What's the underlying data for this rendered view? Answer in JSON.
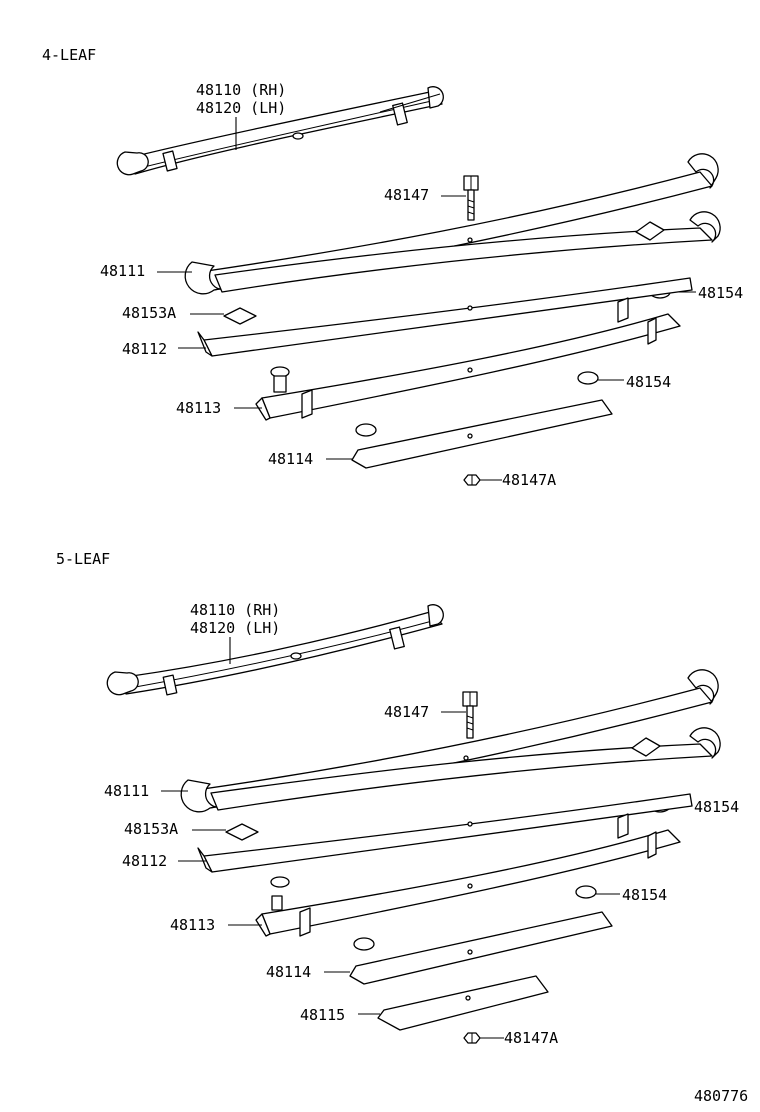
{
  "sections": [
    {
      "title": "4-LEAF",
      "labels": {
        "assembly_rh": "48110 (RH)",
        "assembly_lh": "48120 (LH)",
        "bolt": "48147",
        "leaf_main": "48111",
        "pad_left": "48153A",
        "leaf_2": "48112",
        "leaf_3": "48113",
        "leaf_4": "48114",
        "pad_right_1": "48154",
        "pad_right_2": "48154",
        "nut": "48147A"
      }
    },
    {
      "title": "5-LEAF",
      "labels": {
        "assembly_rh": "48110 (RH)",
        "assembly_lh": "48120 (LH)",
        "bolt": "48147",
        "leaf_main": "48111",
        "pad_left": "48153A",
        "leaf_2": "48112",
        "leaf_3": "48113",
        "leaf_4": "48114",
        "leaf_5": "48115",
        "pad_right_1": "48154",
        "pad_right_2": "48154",
        "nut": "48147A"
      }
    }
  ],
  "figure_number": "480776"
}
